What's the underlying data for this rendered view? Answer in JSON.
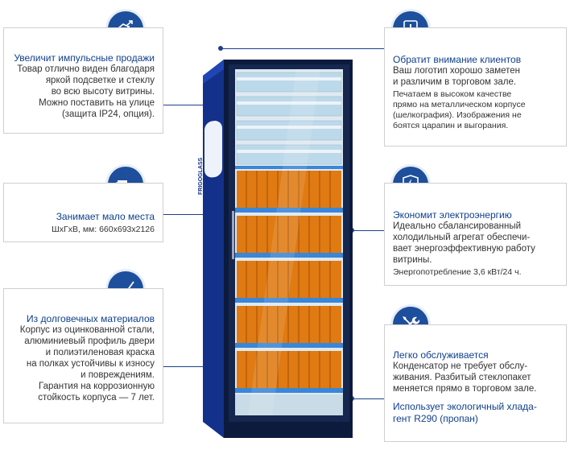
{
  "features": {
    "sales": {
      "title": "Увеличит импульсные продажи",
      "lines": [
        "Товар отлично виден благодаря",
        "яркой подсветке и стеклу",
        "во всю высоту витрины.",
        "Можно поставить на улице",
        "(защита IP24, опция)."
      ],
      "icon": "chart-growth-icon"
    },
    "space": {
      "title": "Занимает мало места",
      "line": "ШхГхВ, мм: 660х693х2126",
      "icon": "delivery-truck-icon"
    },
    "materials": {
      "title": "Из долговечных материалов",
      "lines": [
        "Корпус из оцинкованной стали,",
        "алюминиевый профиль двери",
        "и полиэтиленовая краска",
        "на полках устойчивы к износу",
        "и повреждениям.",
        "Гарантия на коррозионную",
        "стойкость корпуса — 7 лет."
      ],
      "icon": "checkmark-surface-icon"
    },
    "attention": {
      "title": "Обратит внимание клиентов",
      "lines_big": [
        "Ваш логотип хорошо заметен",
        "и различим в торговом зале."
      ],
      "lines_small": [
        "Печатаем в высоком качестве",
        "прямо на металлическом корпусе",
        "(шелкография). Изображения не",
        "боятся царапин и выгорания."
      ],
      "icon": "alert-sign-icon"
    },
    "energy": {
      "title": "Экономит электроэнергию",
      "lines": [
        "Идеально сбалансированный",
        "холодильный агрегат обеспечи-",
        "вает энергоэффективную работу",
        "витрины."
      ],
      "small": "Энергопотребление 3,6 кВт/24 ч.",
      "icon": "shield-bolt-icon"
    },
    "service": {
      "title": "Легко обслуживается",
      "lines": [
        "Конденсатор не требует обслу-",
        "живания. Разбитый стеклопакет",
        "меняется прямо в торговом зале."
      ],
      "eco_title_lines": [
        "Использует экологичный хлада-",
        "гент R290 (пропан)"
      ],
      "icon": "wrench-screwdriver-icon"
    }
  },
  "fridge": {
    "brand": "FRIGOGLASS",
    "colors": {
      "body": "#13318a",
      "bottles_top": "#d9eef6",
      "bottles_beer": "#e07a12"
    }
  }
}
